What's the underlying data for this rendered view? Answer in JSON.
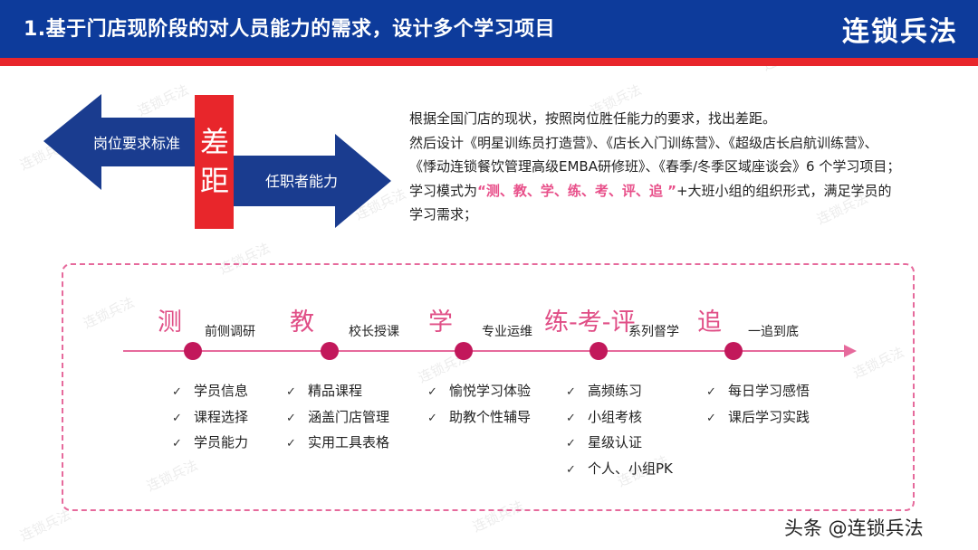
{
  "header": {
    "title": "1.基于门店现阶段的对人员能力的需求，设计多个学习项目",
    "logo": "连锁兵法",
    "colors": {
      "bar": "#0d3b9b",
      "stripe": "#e8262b"
    }
  },
  "gap_diagram": {
    "left_label": "岗位要求标准",
    "right_label": "任职者能力",
    "center_top": "差",
    "center_bottom": "距",
    "colors": {
      "arrow": "#1a3c8f",
      "center": "#e8262b"
    }
  },
  "description": {
    "line1": "根据全国门店的现状，按照岗位胜任能力的要求，找出差距。",
    "line2": "然后设计《明星训练员打造营》、《店长入门训练营》、《超级店长启航训练营》、",
    "line3": "《悸动连锁餐饮管理高级EMBA研修班》、《春季/冬季区域座谈会》6 个学习项目；",
    "line4_prefix": "学习模式为",
    "line4_highlight": "“测、教、学、练、考、评、追 ”",
    "line4_suffix": "+大班小组的组织形式，满足学员的",
    "line5": "学习需求；"
  },
  "stages": [
    {
      "big": "测",
      "small": "前侧调研",
      "items": [
        "学员信息",
        "课程选择",
        "学员能力"
      ]
    },
    {
      "big": "教",
      "small": "校长授课",
      "items": [
        "精品课程",
        "涵盖门店管理",
        "实用工具表格"
      ]
    },
    {
      "big": "学",
      "small": "专业运维",
      "items": [
        "愉悦学习体验",
        "助教个性辅导"
      ]
    },
    {
      "big": "练-考-评",
      "small": "系列督学",
      "items": [
        "高频练习",
        "小组考核",
        "星级认证",
        "个人、小组PK"
      ]
    },
    {
      "big": "追",
      "small": "一追到底",
      "items": [
        "每日学习感悟",
        "课后学习实践"
      ]
    }
  ],
  "timeline_colors": {
    "line": "#e66a9c",
    "dot": "#c2185b"
  },
  "check_symbol": "✓",
  "watermark_text": "连锁兵法",
  "footer_watermark": "头条 @连锁兵法"
}
